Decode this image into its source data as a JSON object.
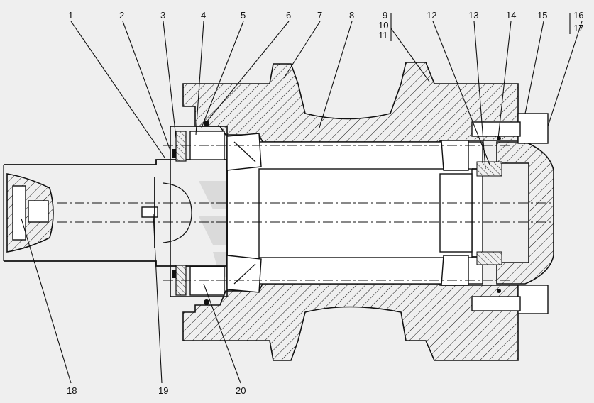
{
  "diagram": {
    "background": "#efefef",
    "ink": "#111111",
    "callouts_top": [
      "1",
      "2",
      "3",
      "4",
      "5",
      "6",
      "7",
      "8",
      "9",
      "10",
      "11",
      "12",
      "13",
      "14",
      "15",
      "16",
      "17"
    ],
    "callouts_bottom": [
      "18",
      "19",
      "20"
    ]
  }
}
